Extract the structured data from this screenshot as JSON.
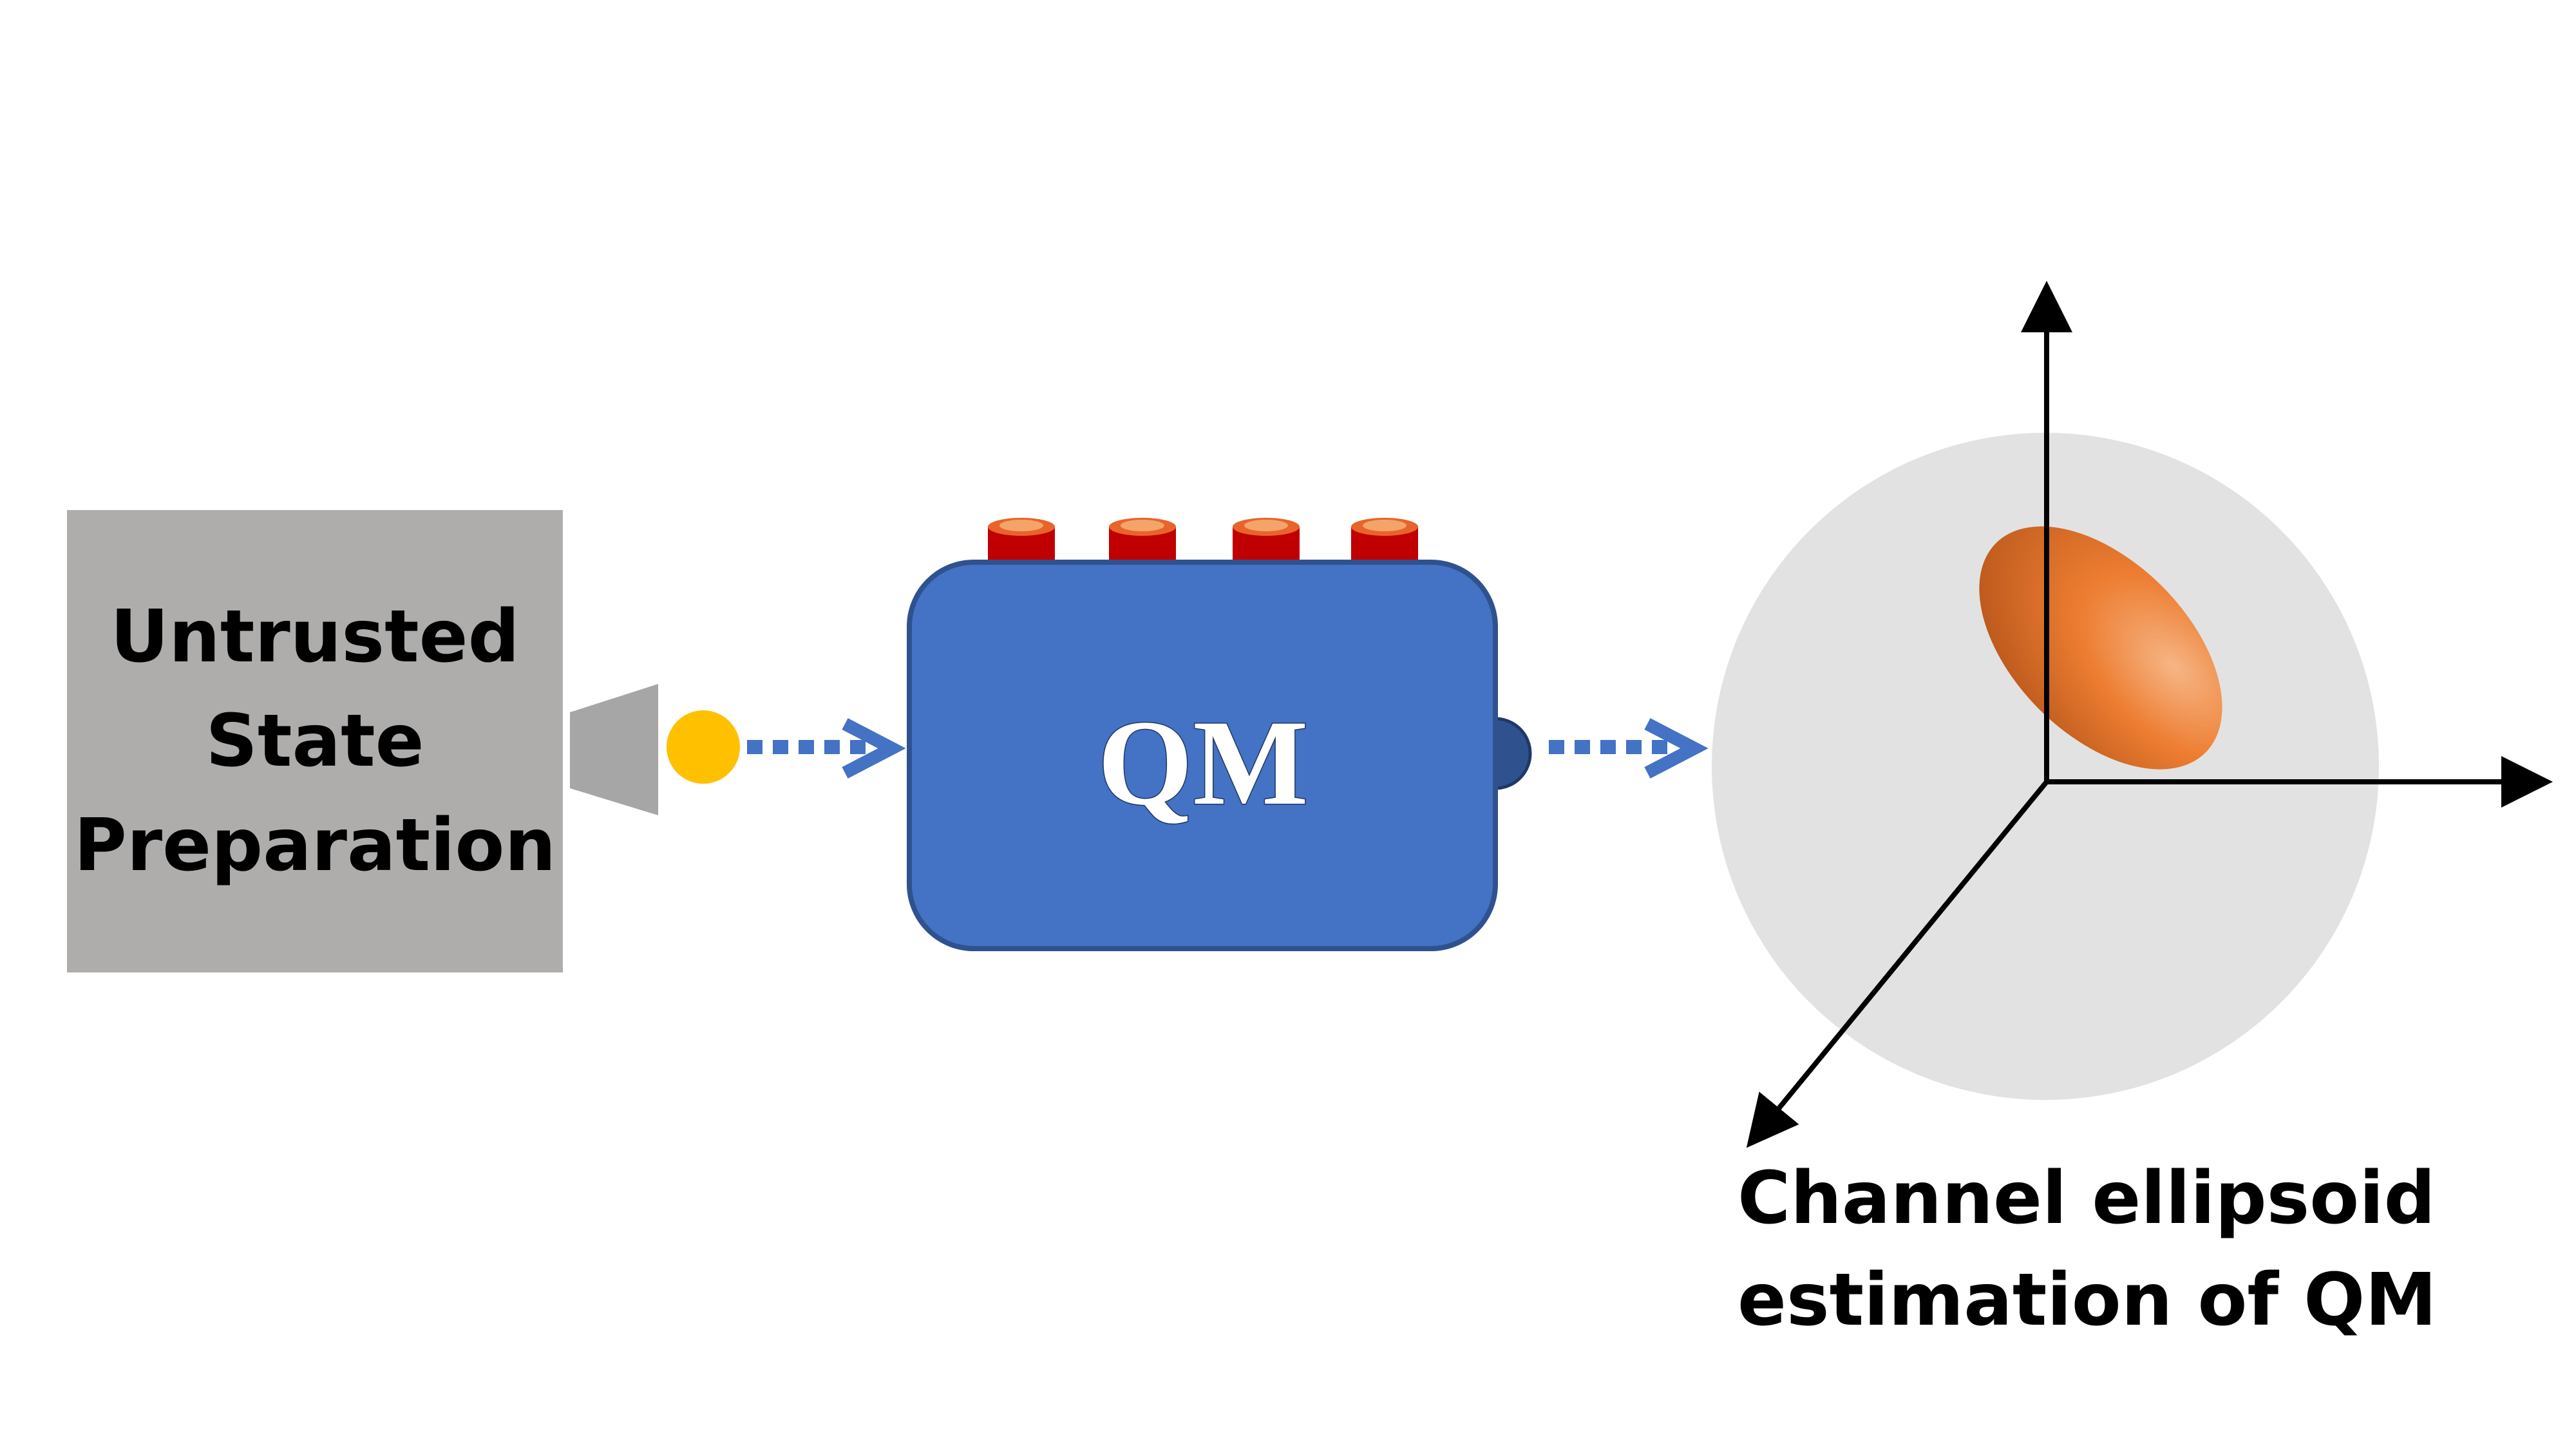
{
  "source": {
    "label_lines": [
      "Untrusted",
      "State",
      "Preparation"
    ]
  },
  "device": {
    "label": "QM",
    "knob_count": 4
  },
  "ellipsoid": {
    "caption_lines": [
      "Channel ellipsoid",
      "estimation of QM"
    ]
  },
  "colors": {
    "source_box": "#aeadac",
    "emitter": "#a6a6a6",
    "photon": "#ffc000",
    "arrow": "#4472c4",
    "device_body": "#4472c4",
    "device_border": "#2f528f",
    "knob": "#c00000",
    "knob_top": "#ed7d31",
    "output_port": "#2f528f",
    "bloch_sphere": "#e2e2e2",
    "ellipsoid": "#ed7d31",
    "axes": "#000000"
  }
}
